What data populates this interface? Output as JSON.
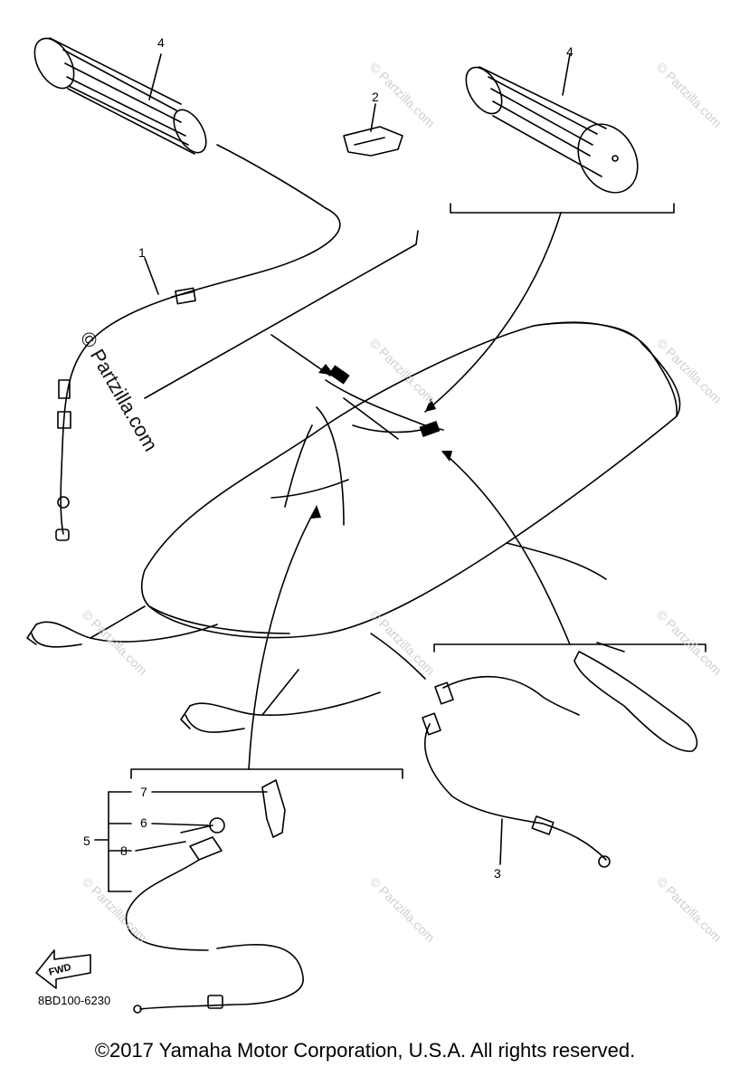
{
  "callouts": {
    "part1": "1",
    "part2": "2",
    "part3": "3",
    "part4_left": "4",
    "part4_right": "4",
    "part5": "5",
    "part6": "6",
    "part7": "7",
    "part8": "8"
  },
  "diagram_code": "8BD100-6230",
  "fwd_label": "FWD",
  "watermark": {
    "big": "© Partzilla.com",
    "small": "© Partzilla.com"
  },
  "copyright": "©2017 Yamaha Motor Corporation, U.S.A. All rights reserved."
}
